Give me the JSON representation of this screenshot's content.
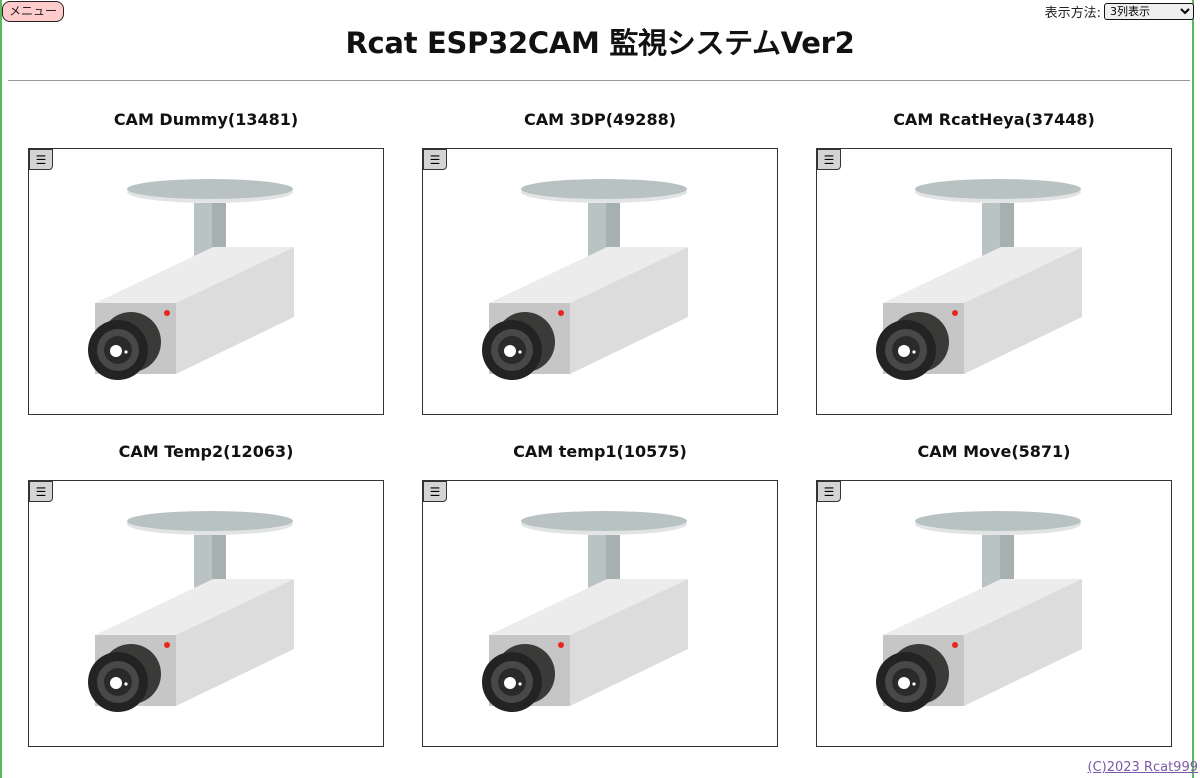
{
  "header": {
    "menu_label": "メニュー",
    "title": "Rcat ESP32CAM 監視システムVer2",
    "display_mode_label": "表示方法:",
    "display_mode_value": "3列表示"
  },
  "cameras": [
    {
      "title": "CAM Dummy(13481)",
      "menu_icon": "☰"
    },
    {
      "title": "CAM 3DP(49288)",
      "menu_icon": "☰"
    },
    {
      "title": "CAM RcatHeya(37448)",
      "menu_icon": "☰"
    },
    {
      "title": "CAM Temp2(12063)",
      "menu_icon": "☰"
    },
    {
      "title": "CAM temp1(10575)",
      "menu_icon": "☰"
    },
    {
      "title": "CAM Move(5871)",
      "menu_icon": "☰"
    }
  ],
  "footer": {
    "copyright": "(C)2023 Rcat999"
  },
  "colors": {
    "page_border": "#5cb85c",
    "menu_button_bg": "#ffcccc",
    "link": "#7a5aa8",
    "camera_led": "#e8261c"
  }
}
